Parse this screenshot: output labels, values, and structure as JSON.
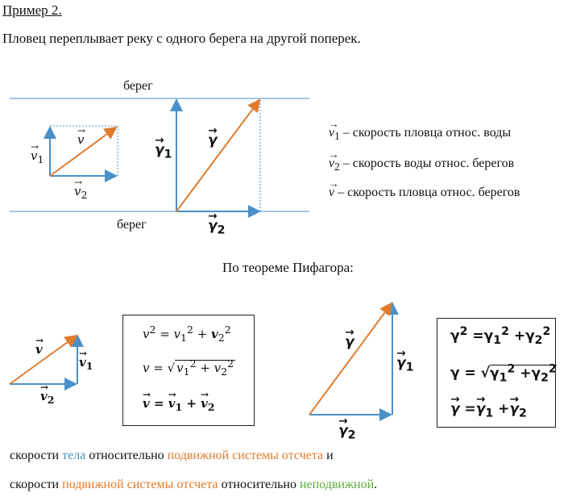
{
  "title": "Пример 2.",
  "intro": "Пловец переплывает реку с одного берега на другой поперек.",
  "bank_top": "берег",
  "bank_bottom": "берег",
  "legend": [
    {
      "symbol": "v1",
      "text": "– скорость пловца относ. воды"
    },
    {
      "symbol": "v2",
      "text": "– скорость воды относ. берегов"
    },
    {
      "symbol": "v",
      "text": "– скорость пловца относ. берегов"
    }
  ],
  "pythagoras": "По теореме Пифагора:",
  "formula_box": {
    "line1": "v² = v₁² + v₂²",
    "line2": "v = ",
    "line2_root": "v₁² + v₂²",
    "line3": "v = v₁ + v₂"
  },
  "footer": {
    "line1": [
      "скорости",
      "тела",
      "относительно",
      "подвижной системы отсчета",
      "и"
    ],
    "line2": [
      "скорости",
      "подвижной системы отсчета",
      "относительно",
      "неподвижной",
      "."
    ]
  },
  "colors": {
    "arrow_orange": "#e07b2e",
    "arrow_blue": "#4a90c8",
    "bank_line": "#8cb4e0"
  }
}
